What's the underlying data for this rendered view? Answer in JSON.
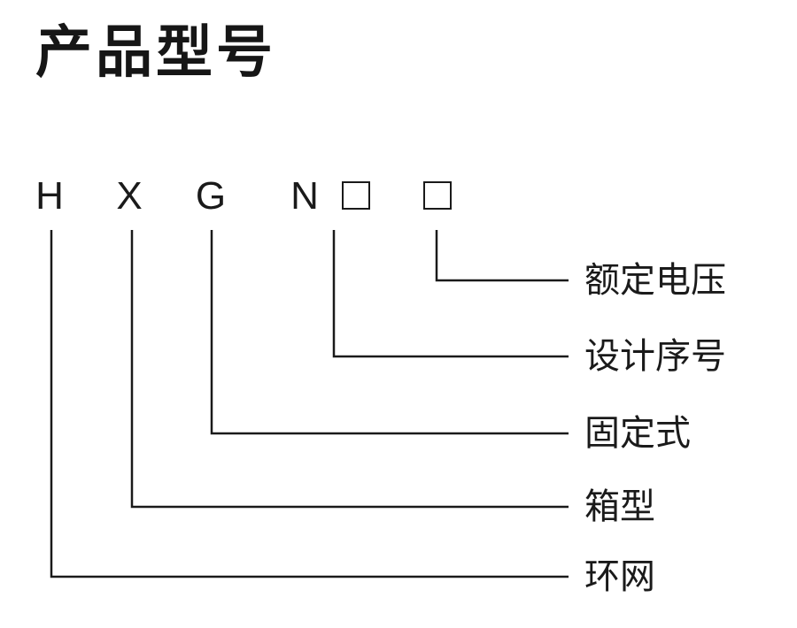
{
  "title": "产品型号",
  "code": {
    "letters": [
      "H",
      "X",
      "G",
      "N"
    ]
  },
  "labels": {
    "rated_voltage": "额定电压",
    "design_serial": "设计序号",
    "fixed_type": "固定式",
    "box_type": "箱型",
    "ring_network": "环网"
  }
}
